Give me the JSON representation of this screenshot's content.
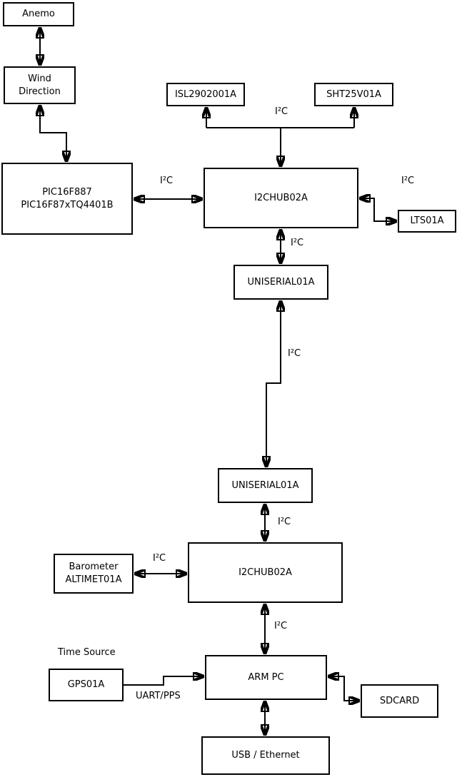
{
  "diagram": {
    "type": "block-diagram",
    "nodes": {
      "anemo": "Anemo",
      "wind_direction": "Wind\nDirection",
      "pic": "PIC16F887\nPIC16F87xTQ4401B",
      "isl": "ISL2902001A",
      "sht": "SHT25V01A",
      "i2chub_upper": "I2CHUB02A",
      "lts": "LTS01A",
      "uniserial_upper": "UNISERIAL01A",
      "uniserial_lower": "UNISERIAL01A",
      "i2chub_lower": "I2CHUB02A",
      "barometer": "Barometer\nALTIMET01A",
      "gps": "GPS01A",
      "arm_pc": "ARM PC",
      "sdcard": "SDCARD",
      "usb_ethernet": "USB / Ethernet"
    },
    "edge_labels": {
      "i2c_sensors": "I²C",
      "i2c_pic_hub": "I²C",
      "i2c_hub_lts": "I²C",
      "i2c_hub_uniserial": "I²C",
      "i2c_uniserial_link": "I²C",
      "i2c_uniserial_hub": "I²C",
      "i2c_barometer_hub": "I²C",
      "i2c_hub_armpc": "I²C",
      "time_source": "Time Source",
      "uart_pps": "UART/PPS"
    },
    "colors": {
      "line": "#000000",
      "box_fill": "#ffffff",
      "background": "#ffffff",
      "text": "#000000"
    }
  }
}
